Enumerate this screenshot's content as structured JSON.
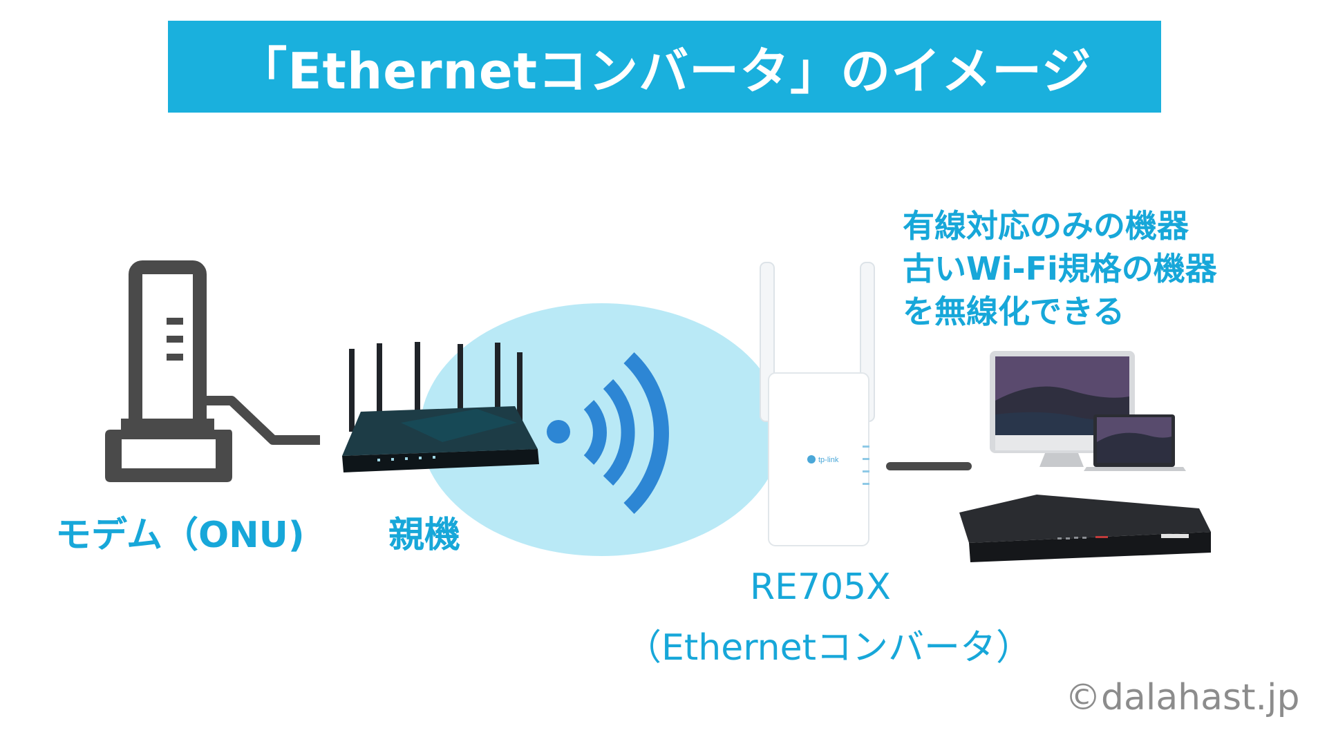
{
  "title": "「Ethernetコンバータ」のイメージ",
  "labels": {
    "modem": "モデム（ONU)",
    "router": "親機",
    "extender_name": "RE705X",
    "extender_role": "（Ethernetコンバータ）",
    "extender_brand": "tp-link",
    "device_note": [
      "有線対応のみの機器",
      "古いWi-Fi規格の機器",
      "を無線化できる"
    ],
    "copyright": "©dalahast.jp"
  },
  "colors": {
    "accent": "#1ab0dd",
    "label_text": "#17a7d9",
    "wifi_bubble": "#b5e8f5",
    "wifi_signal": "#2d86d4",
    "modem_icon": "#4a4a4a",
    "copyright": "#8c8c8c"
  },
  "icons": [
    "modem-icon",
    "router-image",
    "wifi-signal-icon",
    "extender-image",
    "desktop-computer-image",
    "laptop-image",
    "recorder-image"
  ]
}
